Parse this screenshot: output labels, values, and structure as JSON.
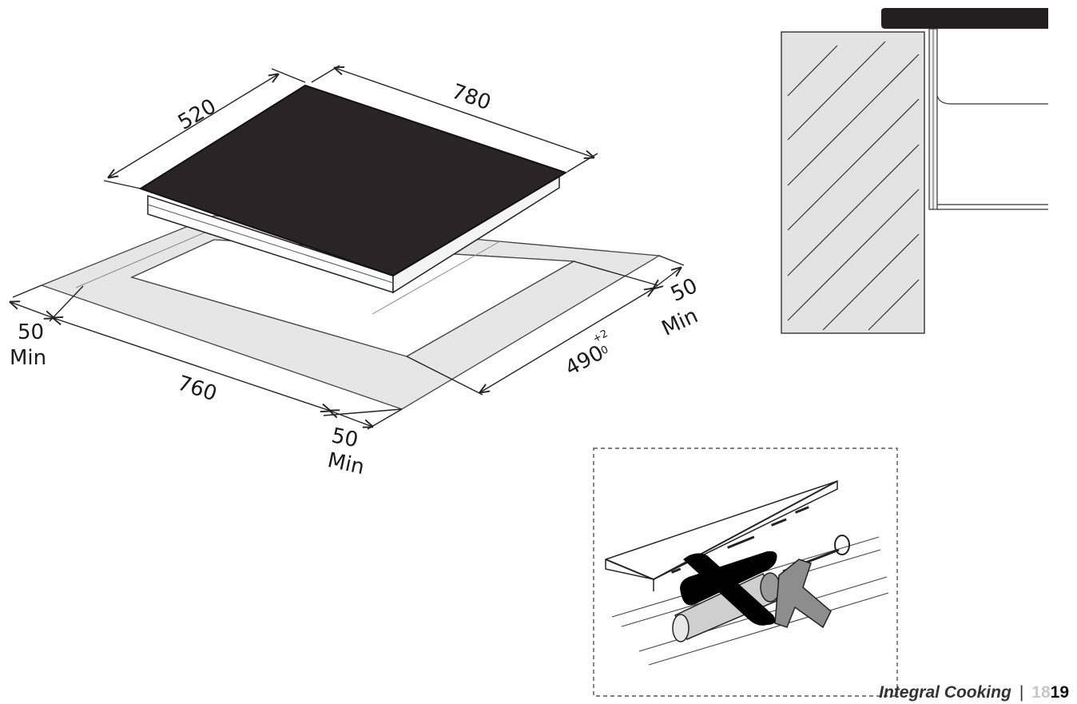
{
  "diagram": {
    "dimensions": {
      "hob_depth": "520",
      "hob_width": "780",
      "cutout_width": "760",
      "cutout_depth": "490",
      "cutout_depth_tol_upper": "+2",
      "cutout_depth_tol_lower": "0",
      "clear_back": "50",
      "clear_back_unit": "Min",
      "clear_left": "50",
      "clear_left_unit": "Min",
      "clear_front": "50",
      "clear_front_unit": "Min"
    }
  },
  "footer": {
    "brand": "Integral Cooking",
    "separator": "|",
    "page_old": "18",
    "page": "19"
  }
}
